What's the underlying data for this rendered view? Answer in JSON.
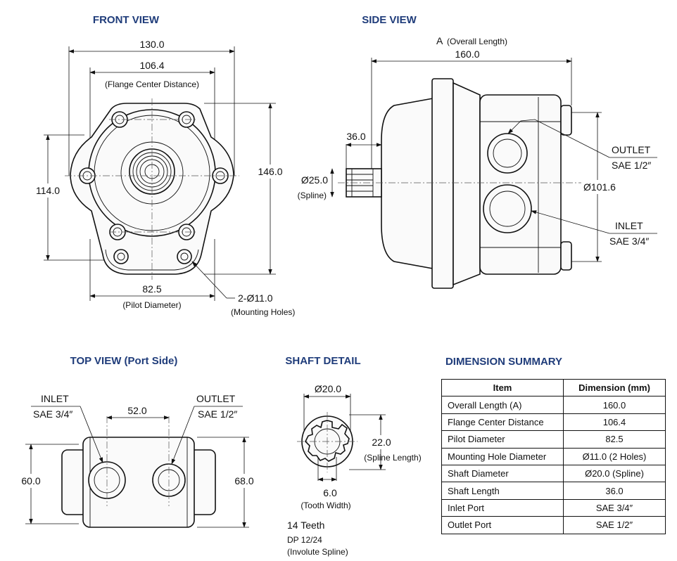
{
  "front_view": {
    "title": "FRONT VIEW",
    "overall_width": "130.0",
    "flange_center": "106.4",
    "flange_center_note": "(Flange Center Distance)",
    "height": "146.0",
    "bolt_height": "114.0",
    "pilot": "82.5",
    "pilot_note": "(Pilot Diameter)",
    "holes": "2-Ø11.0",
    "holes_note": "(Mounting Holes)"
  },
  "side_view": {
    "title": "SIDE VIEW",
    "length_label": "A",
    "length_note": "(Overall Length)",
    "length": "160.0",
    "shaft_length": "36.0",
    "shaft_dia": "Ø25.0",
    "shaft_note": "(Spline)",
    "body_dia": "Ø101.6",
    "outlet": "OUTLET",
    "outlet_size": "SAE 1/2″",
    "inlet": "INLET",
    "inlet_size": "SAE 3/4″"
  },
  "top_view": {
    "title": "TOP VIEW (Port Side)",
    "inlet": "INLET",
    "inlet_size": "SAE 3/4″",
    "outlet": "OUTLET",
    "outlet_size": "SAE 1/2″",
    "port_spacing": "52.0",
    "left_height": "60.0",
    "right_height": "68.0"
  },
  "shaft_detail": {
    "title": "SHAFT DETAIL",
    "dia": "Ø20.0",
    "spline_length": "22.0",
    "spline_note": "(Spline Length)",
    "tooth_width": "6.0",
    "tooth_note": "(Tooth Width)",
    "teeth": "14 Teeth",
    "pitch": "DP 12/24",
    "spline_type": "(Involute Spline)"
  },
  "summary": {
    "title": "DIMENSION SUMMARY",
    "headers": [
      "Item",
      "Dimension (mm)"
    ],
    "rows": [
      [
        "Overall Length (A)",
        "160.0"
      ],
      [
        "Flange Center Distance",
        "106.4"
      ],
      [
        "Pilot Diameter",
        "82.5"
      ],
      [
        "Mounting Hole Diameter",
        "Ø11.0 (2 Holes)"
      ],
      [
        "Shaft Diameter",
        "Ø20.0 (Spline)"
      ],
      [
        "Shaft Length",
        "36.0"
      ],
      [
        "Inlet Port",
        "SAE 3/4″"
      ],
      [
        "Outlet Port",
        "SAE 1/2″"
      ]
    ]
  }
}
